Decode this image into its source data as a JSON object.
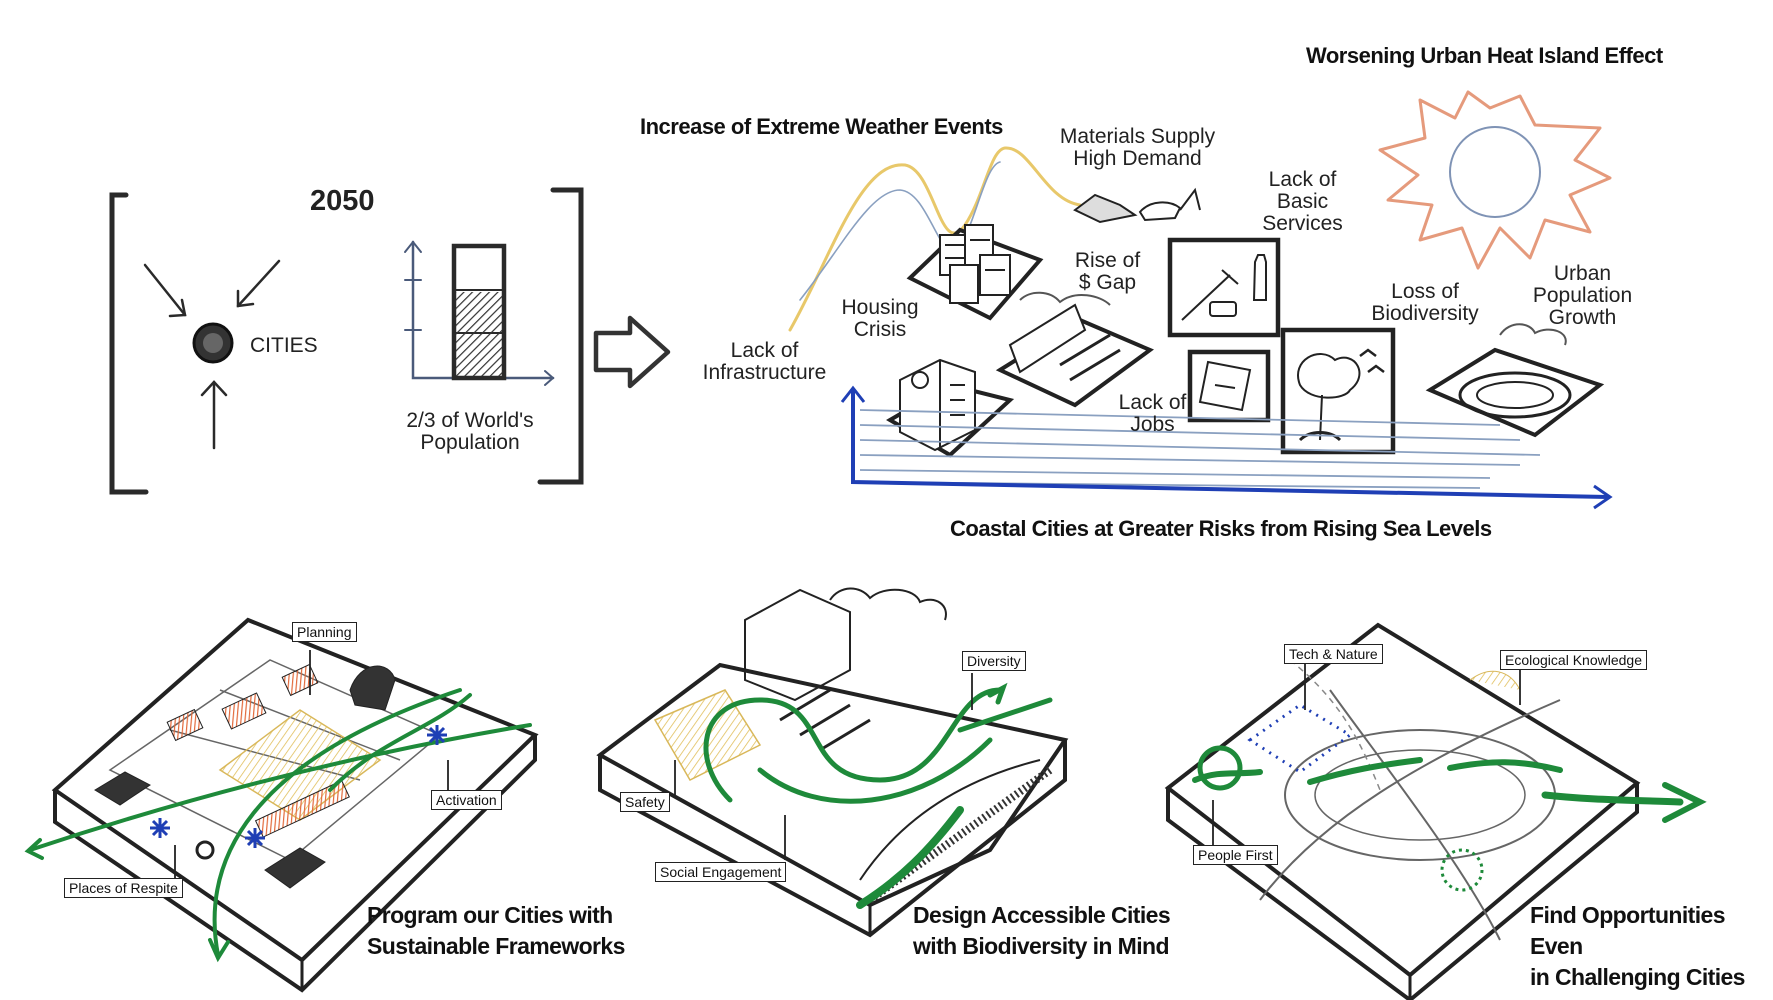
{
  "top_left": {
    "year": "2050",
    "cities_label": "CITIES",
    "population_label": "2/3 of World's\nPopulation"
  },
  "challenges": {
    "weather_heading": "Increase of Extreme Weather Events",
    "heat_heading": "Worsening Urban Heat Island Effect",
    "coastal_heading": "Coastal Cities at Greater Risks from Rising Sea Levels",
    "infrastructure": "Lack of\nInfrastructure",
    "housing": "Housing\nCrisis",
    "materials": "Materials Supply\nHigh Demand",
    "gap": "Rise of\n$ Gap",
    "services": "Lack of\nBasic\nServices",
    "jobs": "Lack of\nJobs",
    "biodiversity": "Loss of\nBiodiversity",
    "urban_growth": "Urban\nPopulation\nGrowth"
  },
  "panels": [
    {
      "caption_line1": "Program our Cities with",
      "caption_line2": "Sustainable Frameworks",
      "tags": [
        "Planning",
        "Activation",
        "Places of Respite"
      ]
    },
    {
      "caption_line1": "Design Accessible Cities",
      "caption_line2": "with Biodiversity in Mind",
      "tags": [
        "Diversity",
        "Safety",
        "Social Engagement"
      ]
    },
    {
      "caption_line1": "Find Opportunities Even",
      "caption_line2": "in Challenging Cities",
      "tags": [
        "Tech & Nature",
        "Ecological Knowledge",
        "People First"
      ]
    }
  ],
  "colors": {
    "ink": "#222222",
    "sea_blue": "#1f3fb5",
    "green_arrow": "#1e8a3a",
    "orange_blocks": "#e26a3c",
    "yellow_hatch": "#e8c86a",
    "sun_outline": "#e59a7c"
  }
}
